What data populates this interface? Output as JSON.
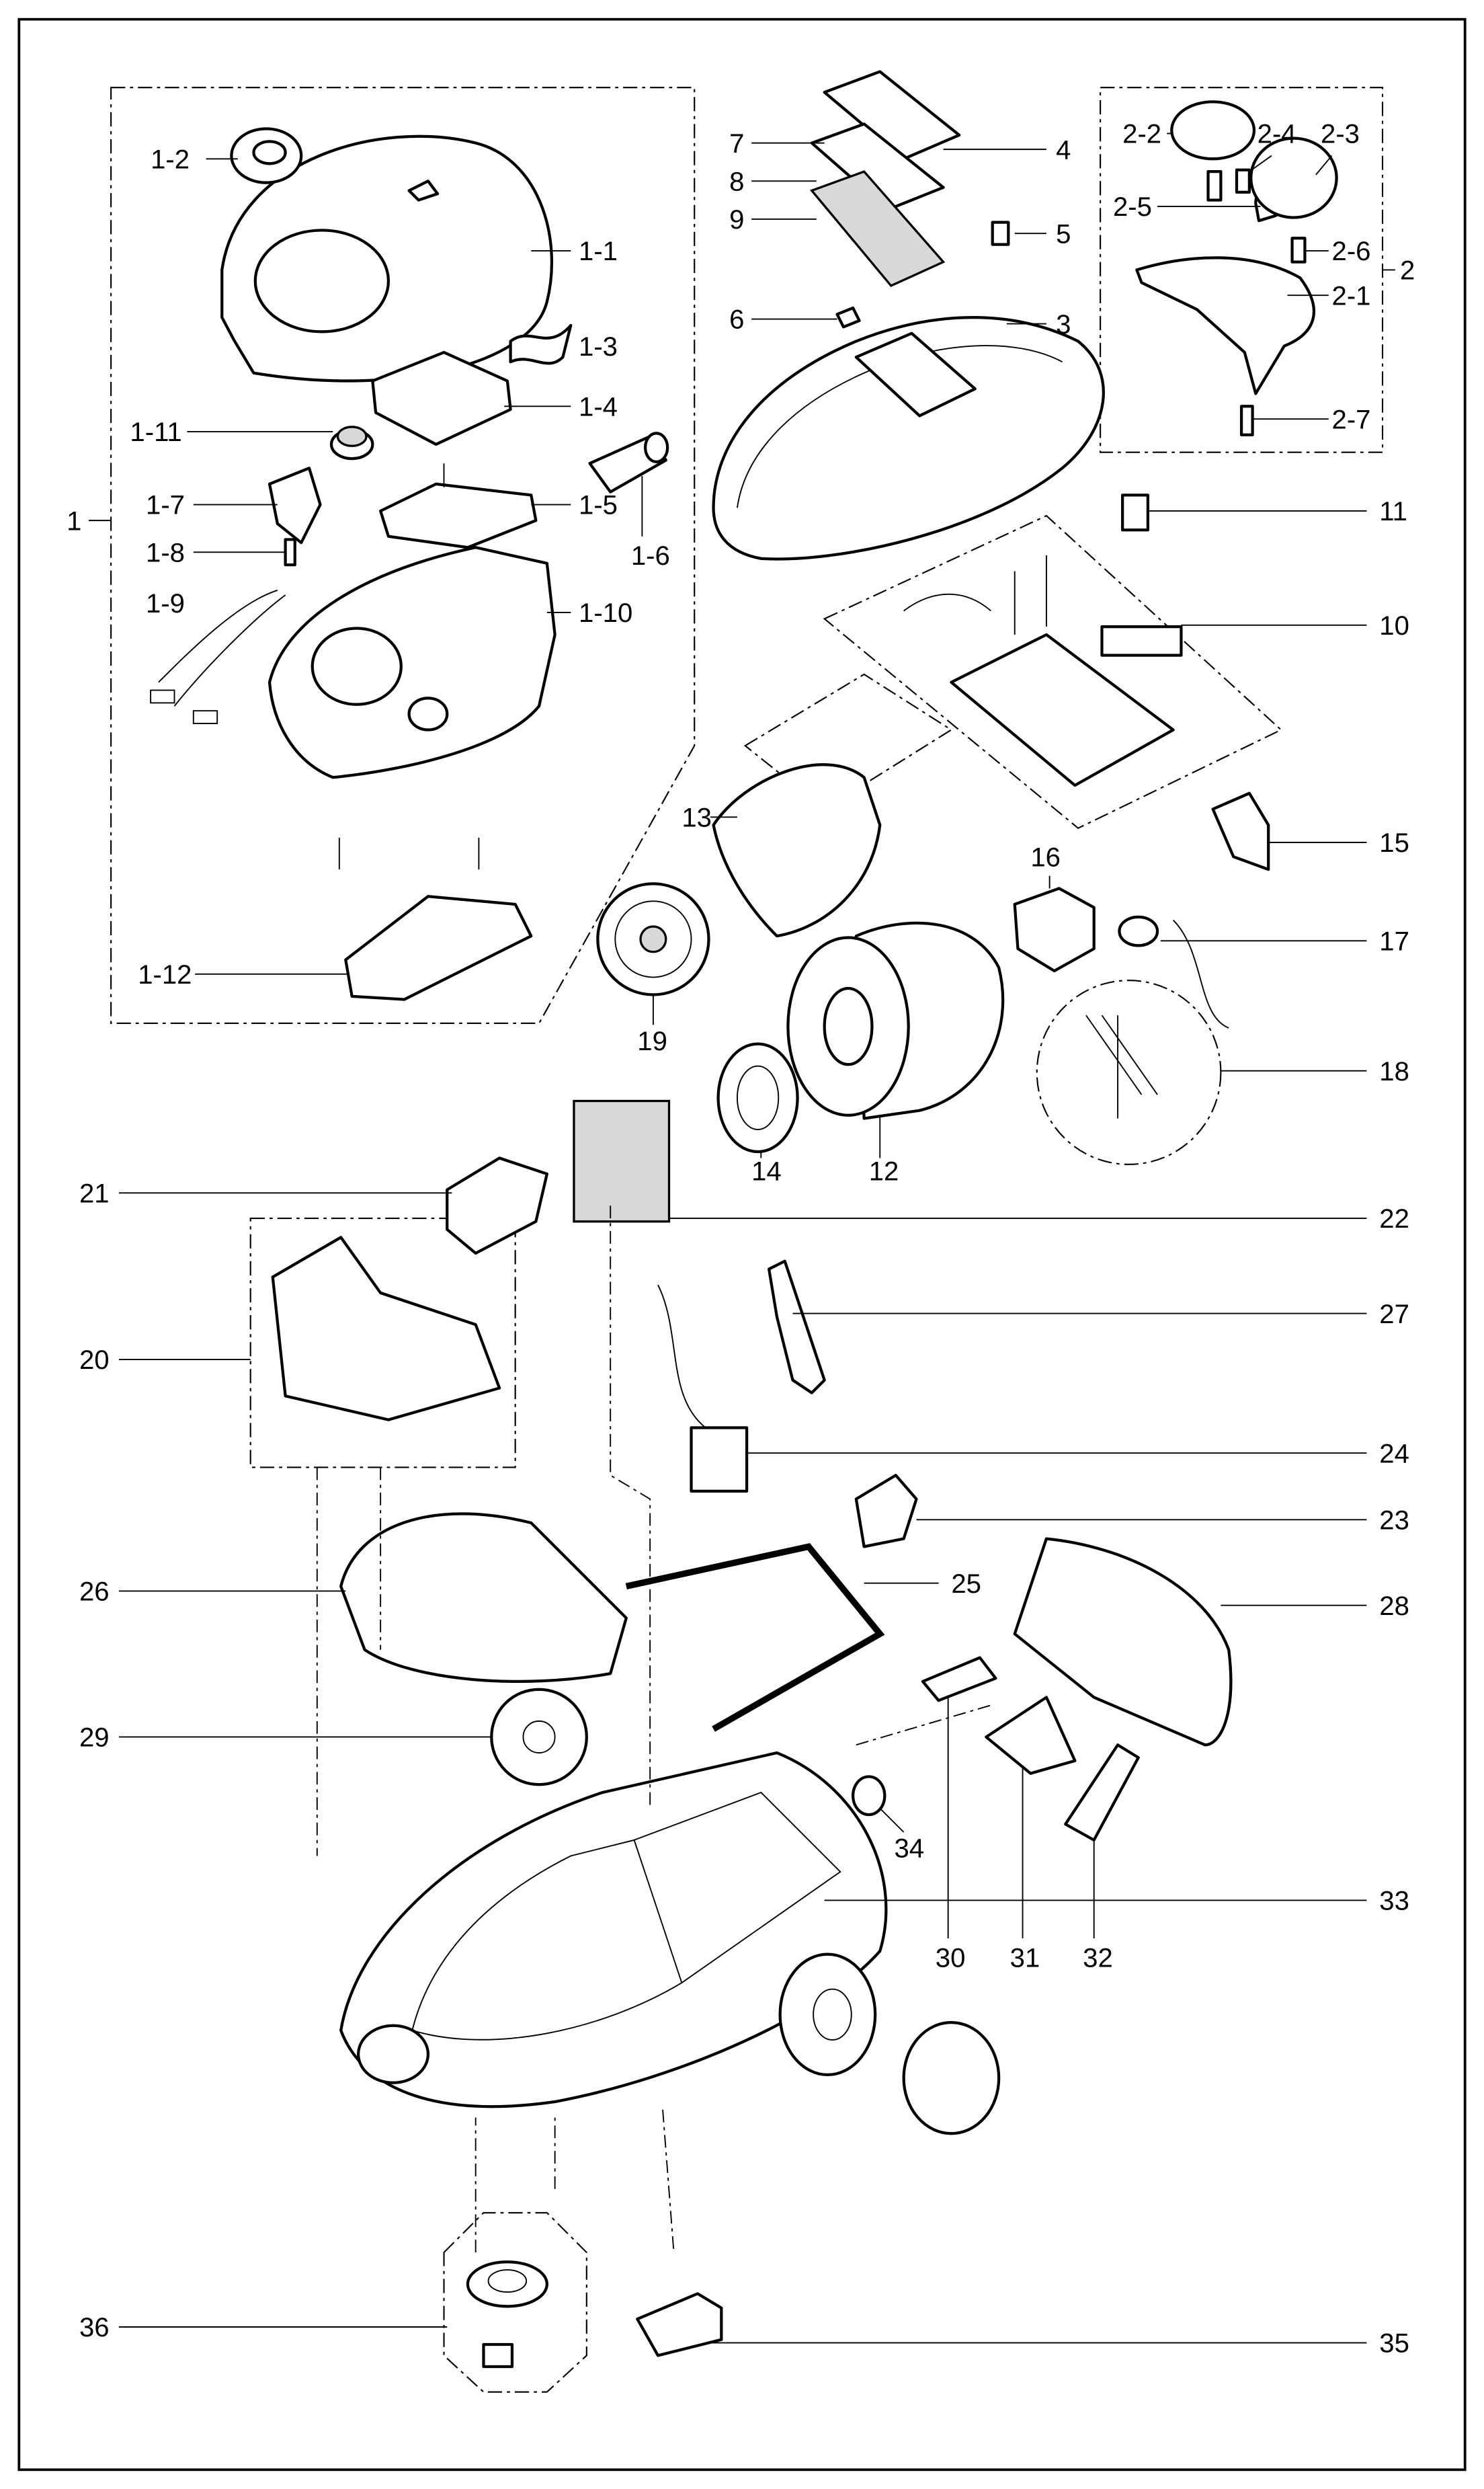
{
  "diagram": {
    "type": "exploded-parts-diagram",
    "callouts": [
      {
        "id": "1-2"
      },
      {
        "id": "1-1"
      },
      {
        "id": "1-3"
      },
      {
        "id": "1-4"
      },
      {
        "id": "1-11"
      },
      {
        "id": "1-7"
      },
      {
        "id": "1-5"
      },
      {
        "id": "1-8"
      },
      {
        "id": "1-6"
      },
      {
        "id": "1"
      },
      {
        "id": "1-9"
      },
      {
        "id": "1-10"
      },
      {
        "id": "1-12"
      },
      {
        "id": "7"
      },
      {
        "id": "8"
      },
      {
        "id": "9"
      },
      {
        "id": "4"
      },
      {
        "id": "5"
      },
      {
        "id": "6"
      },
      {
        "id": "3"
      },
      {
        "id": "2-2"
      },
      {
        "id": "2-4"
      },
      {
        "id": "2-3"
      },
      {
        "id": "2-5"
      },
      {
        "id": "2-6"
      },
      {
        "id": "2"
      },
      {
        "id": "2-1"
      },
      {
        "id": "2-7"
      },
      {
        "id": "11"
      },
      {
        "id": "10"
      },
      {
        "id": "13"
      },
      {
        "id": "15"
      },
      {
        "id": "16"
      },
      {
        "id": "17"
      },
      {
        "id": "19"
      },
      {
        "id": "18"
      },
      {
        "id": "14"
      },
      {
        "id": "12"
      },
      {
        "id": "21"
      },
      {
        "id": "22"
      },
      {
        "id": "20"
      },
      {
        "id": "27"
      },
      {
        "id": "24"
      },
      {
        "id": "23"
      },
      {
        "id": "26"
      },
      {
        "id": "25"
      },
      {
        "id": "28"
      },
      {
        "id": "29"
      },
      {
        "id": "34"
      },
      {
        "id": "33"
      },
      {
        "id": "30"
      },
      {
        "id": "31"
      },
      {
        "id": "32"
      },
      {
        "id": "36"
      },
      {
        "id": "35"
      }
    ]
  }
}
